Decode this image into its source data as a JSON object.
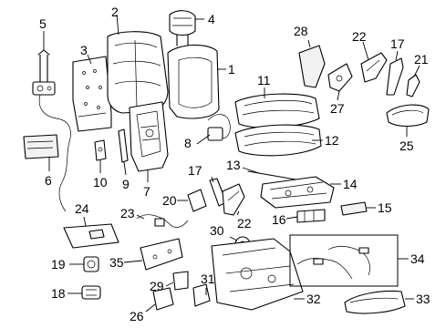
{
  "callouts": {
    "c1": "1",
    "c2": "2",
    "c3": "3",
    "c4": "4",
    "c5": "5",
    "c6": "6",
    "c7": "7",
    "c8": "8",
    "c9": "9",
    "c10": "10",
    "c11": "11",
    "c12": "12",
    "c13": "13",
    "c14": "14",
    "c15": "15",
    "c16": "16",
    "c17a": "17",
    "c17b": "17",
    "c18": "18",
    "c19": "19",
    "c20": "20",
    "c21": "21",
    "c22a": "22",
    "c22b": "22",
    "c23": "23",
    "c24": "24",
    "c25": "25",
    "c26": "26",
    "c27": "27",
    "c28": "28",
    "c29": "29",
    "c30": "30",
    "c31": "31",
    "c32": "32",
    "c33": "33",
    "c34": "34",
    "c35": "35"
  }
}
